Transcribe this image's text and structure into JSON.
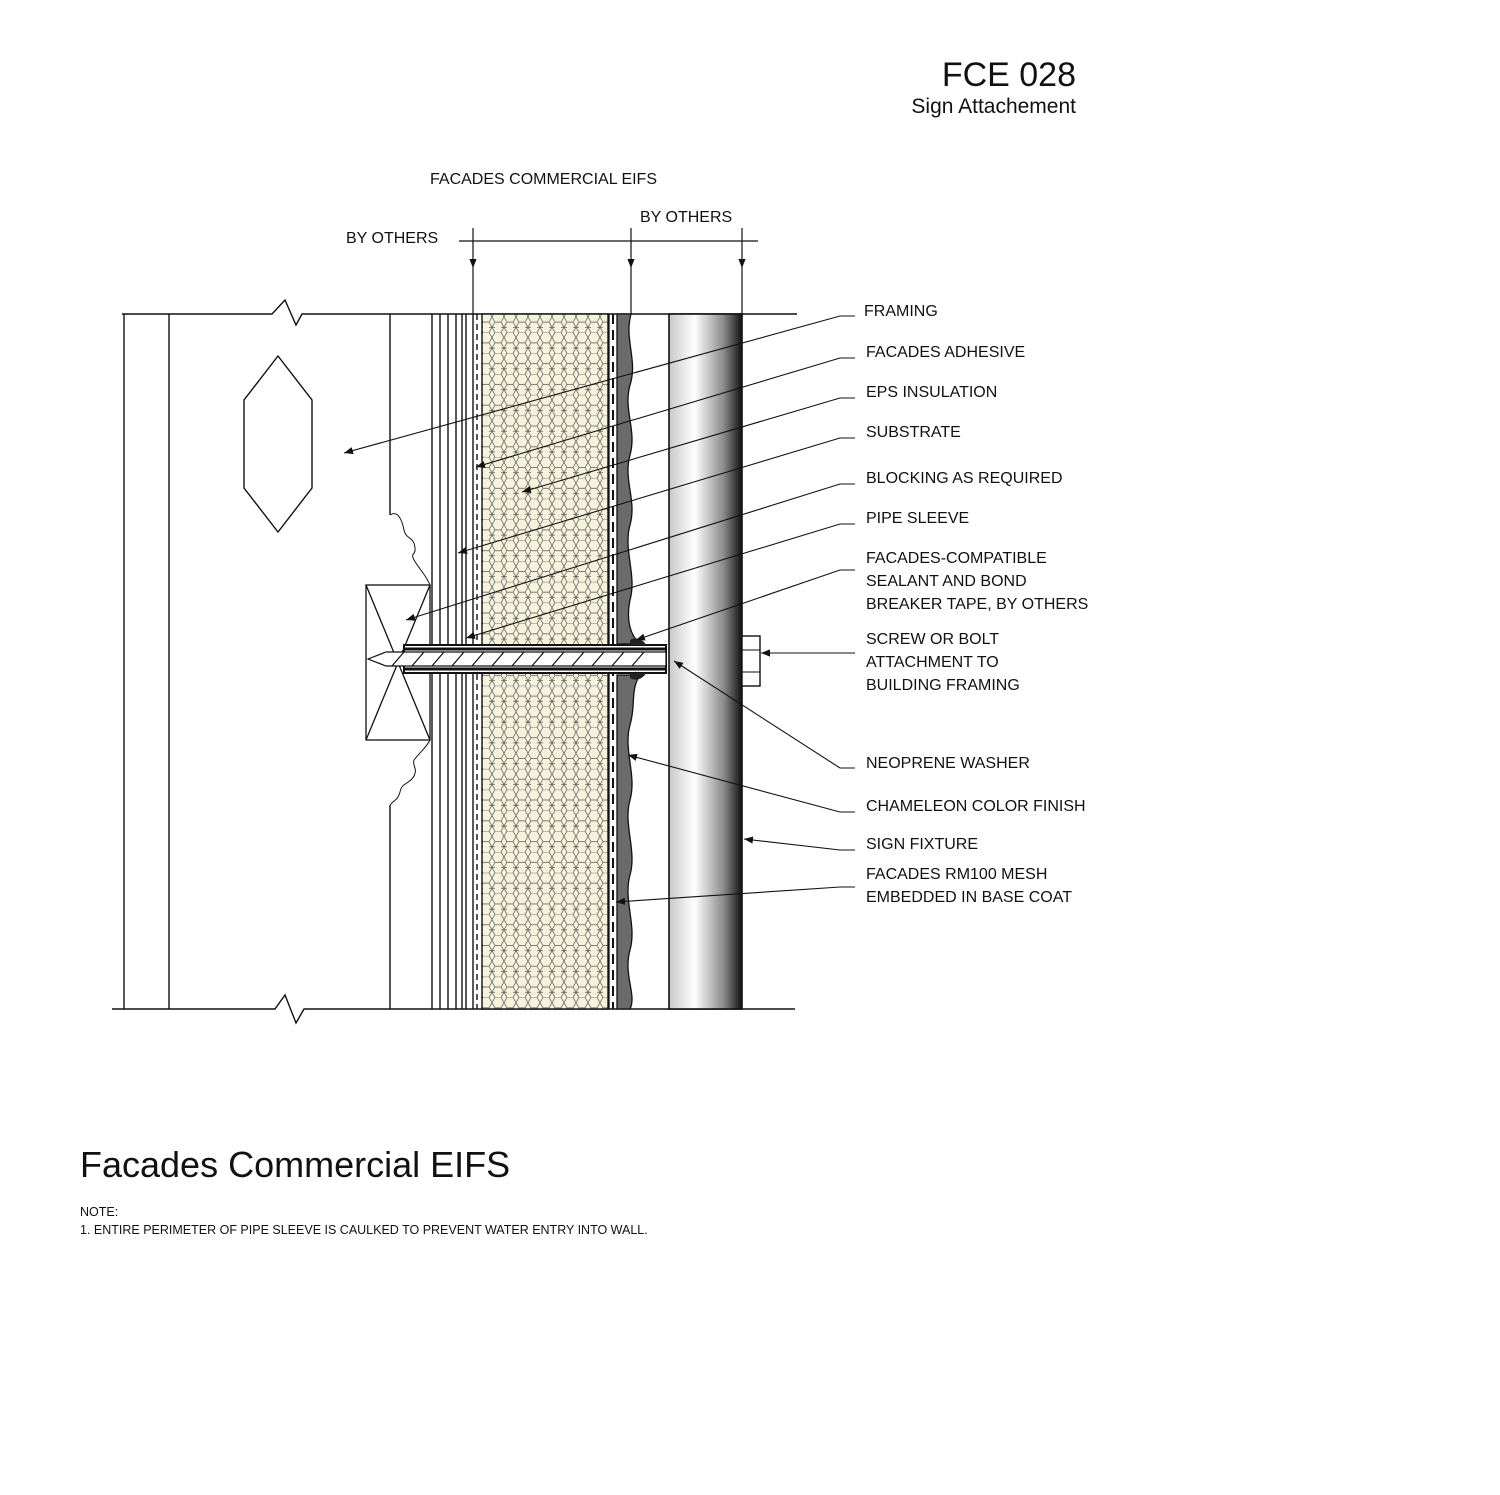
{
  "sheet": {
    "code": "FCE 028",
    "subtitle": "Sign Attachement"
  },
  "dimensions": {
    "top_label": "FACADES COMMERCIAL EIFS",
    "left_label": "BY OTHERS",
    "right_label": "BY OTHERS"
  },
  "callouts": [
    {
      "text": "FRAMING"
    },
    {
      "text": "FACADES ADHESIVE"
    },
    {
      "text": "EPS INSULATION"
    },
    {
      "text": "SUBSTRATE"
    },
    {
      "text": "BLOCKING AS REQUIRED"
    },
    {
      "text": "PIPE SLEEVE"
    },
    {
      "text": "FACADES-COMPATIBLE\nSEALANT AND BOND\nBREAKER TAPE, BY OTHERS"
    },
    {
      "text": "SCREW OR BOLT\nATTACHMENT TO\nBUILDING FRAMING"
    },
    {
      "text": "NEOPRENE WASHER"
    },
    {
      "text": "CHAMELEON COLOR FINISH"
    },
    {
      "text": "SIGN FIXTURE"
    },
    {
      "text": "FACADES RM100 MESH\nEMBEDDED IN BASE COAT"
    }
  ],
  "footer": {
    "title": "Facades Commercial EIFS",
    "note_heading": "NOTE:",
    "note_1": "1.  ENTIRE PERIMETER OF PIPE SLEEVE IS CAULKED TO PREVENT WATER ENTRY INTO WALL."
  }
}
